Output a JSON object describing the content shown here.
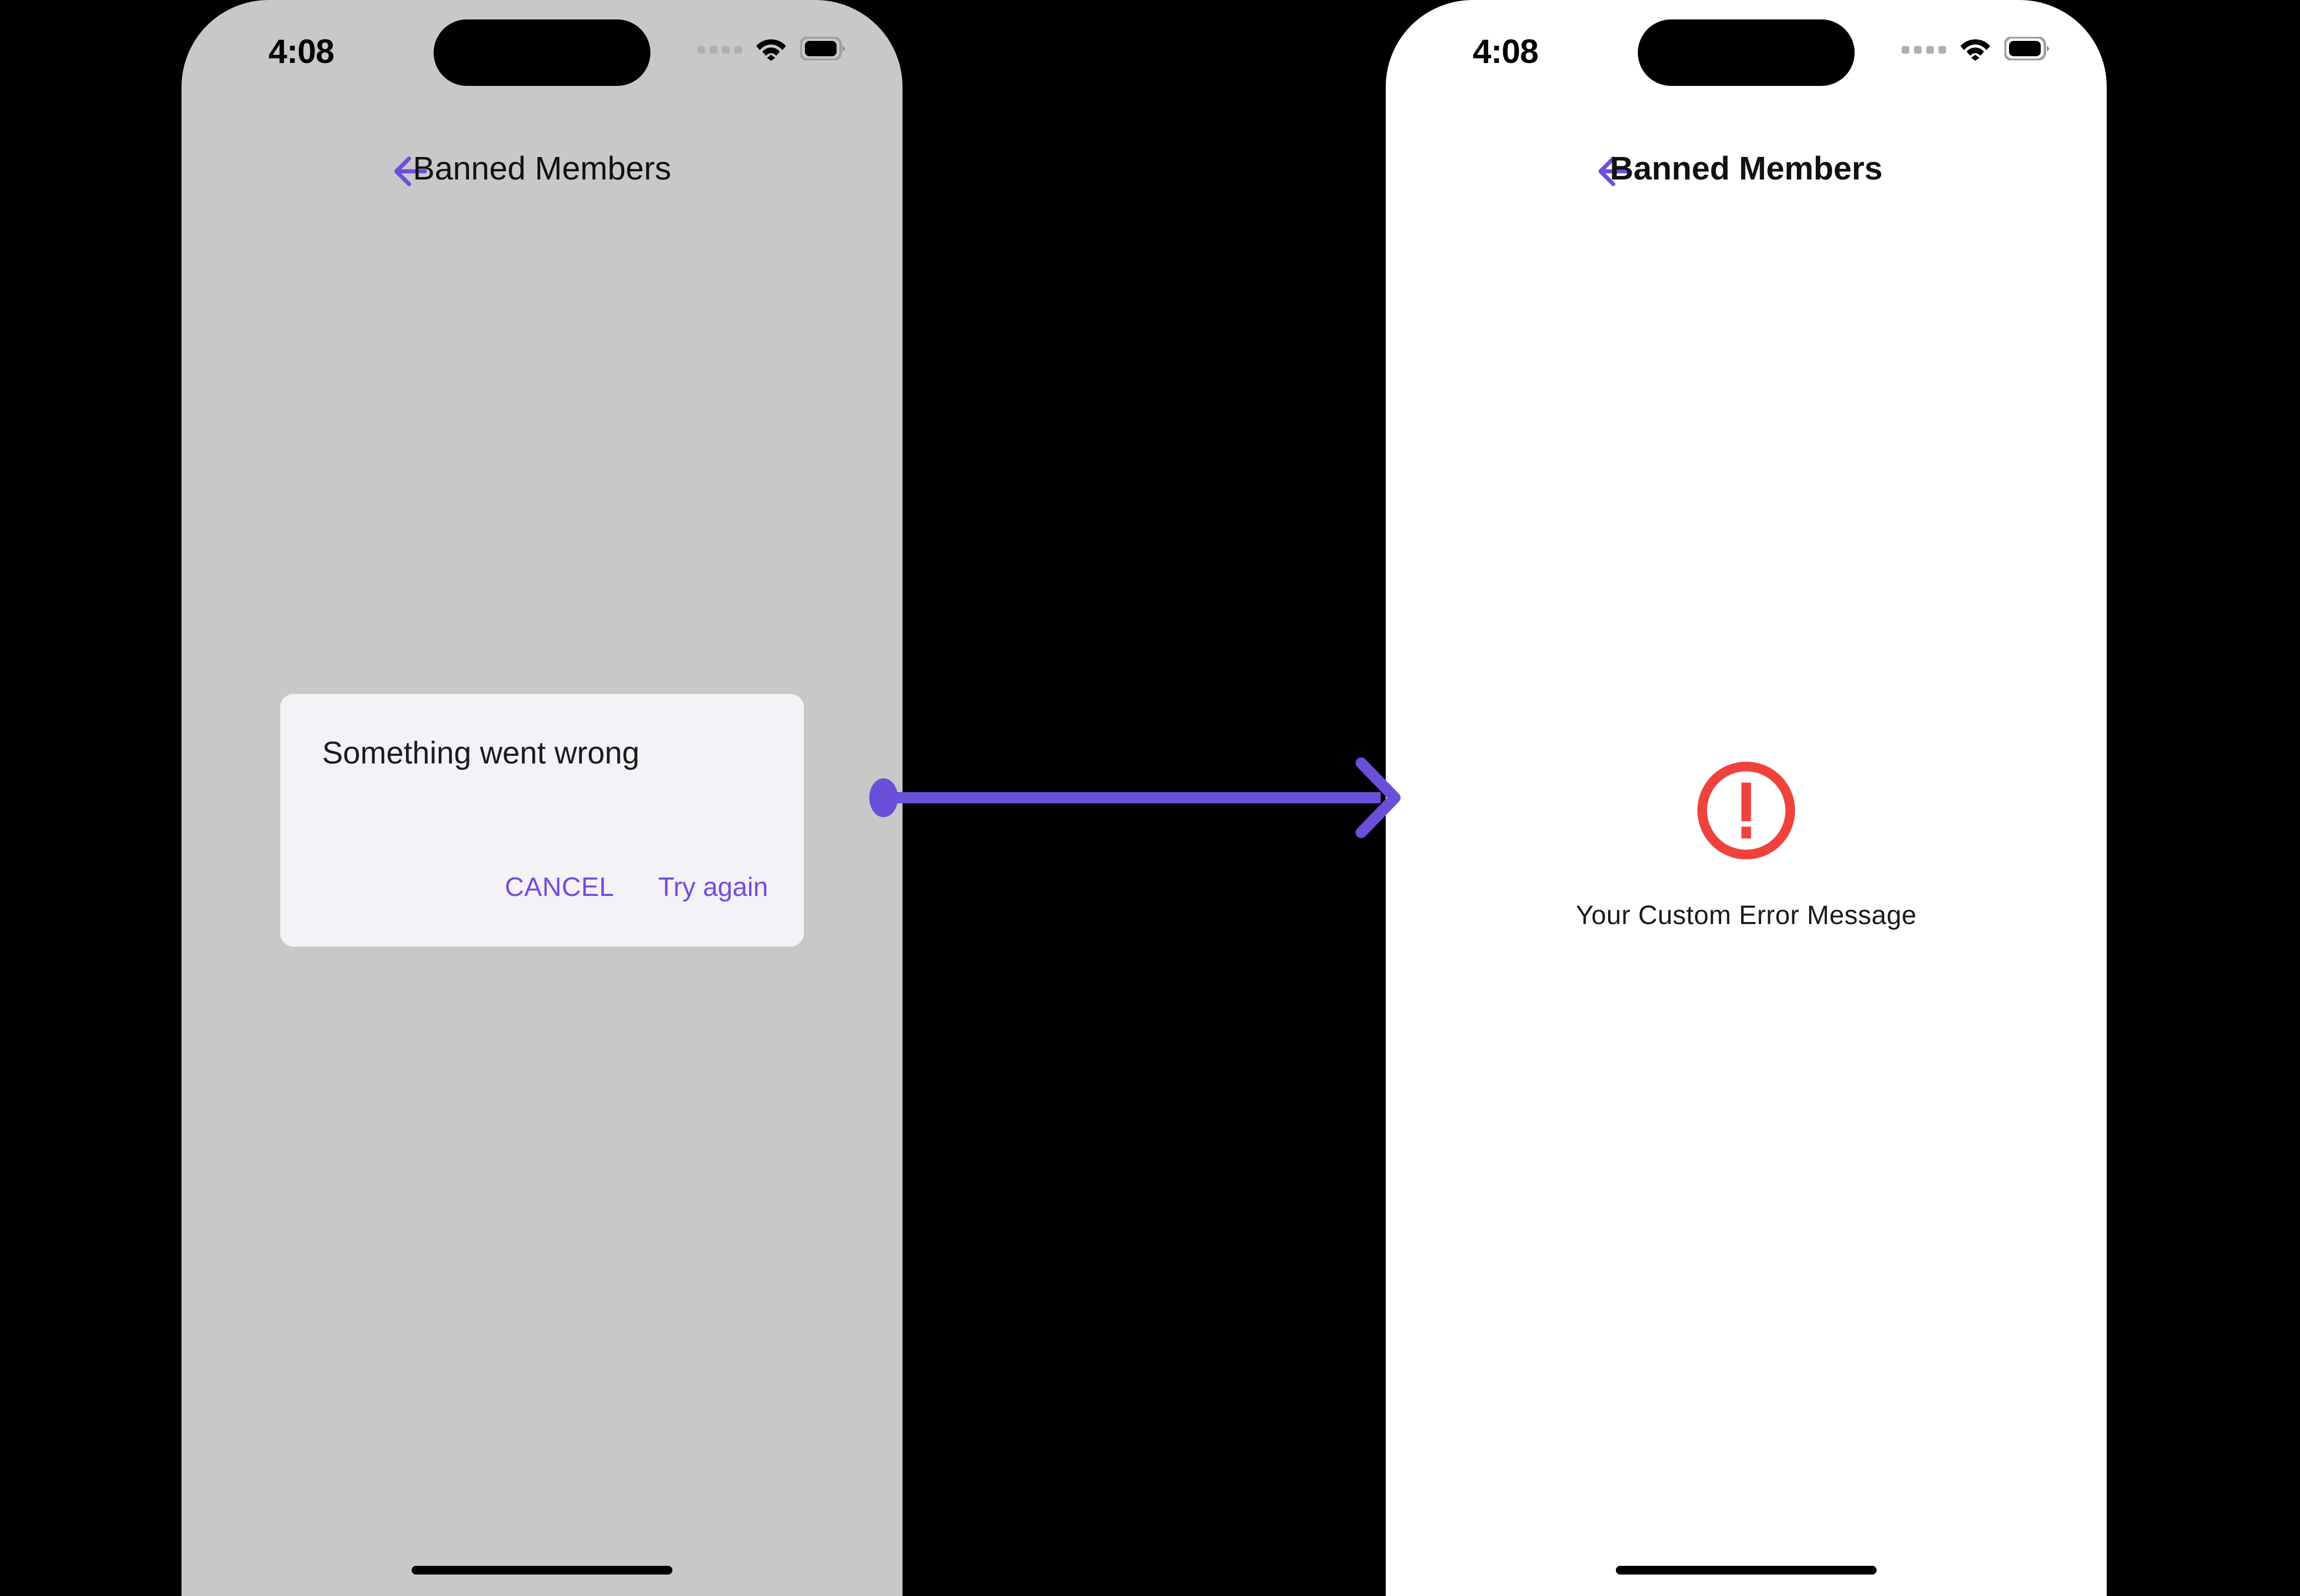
{
  "colors": {
    "accent_purple": "#6D4FE0",
    "connector_purple": "#6A4FD8",
    "error_red": "#F0423C",
    "left_screen_bg": "#C8C8C8",
    "right_screen_bg": "#FFFFFF",
    "dialog_bg": "#F4F1F7",
    "canvas_bg": "#000000"
  },
  "screens": [
    {
      "id": "before",
      "status_bar": {
        "time": "4:08",
        "cellular_icon": "cellular-dots-icon",
        "wifi_icon": "wifi-icon",
        "battery_icon": "battery-icon",
        "dynamic_island": "dynamic-island"
      },
      "nav": {
        "back_icon": "back-arrow-icon",
        "title": "Banned Members"
      },
      "dialog": {
        "title": "Something went wrong",
        "cancel_label": "CANCEL",
        "retry_label": "Try again"
      },
      "home_indicator": "home-indicator"
    },
    {
      "id": "after",
      "status_bar": {
        "time": "4:08",
        "cellular_icon": "cellular-dots-icon",
        "wifi_icon": "wifi-icon",
        "battery_icon": "battery-icon",
        "dynamic_island": "dynamic-island"
      },
      "nav": {
        "back_icon": "back-arrow-icon",
        "title": "Banned Members"
      },
      "error_state": {
        "icon": "error-exclamation-circle-icon",
        "message": "Your Custom Error Message"
      },
      "home_indicator": "home-indicator"
    }
  ],
  "connector": {
    "start_marker": "dot-marker",
    "end_marker": "arrowhead-marker"
  }
}
